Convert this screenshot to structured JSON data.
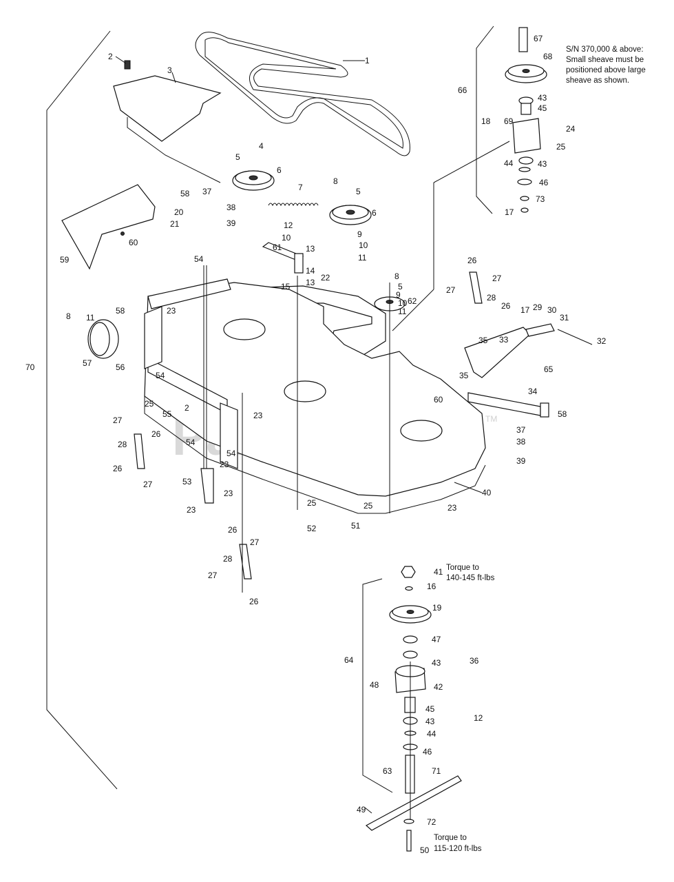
{
  "watermark": {
    "text": "PartsTree",
    "tm": "TM"
  },
  "notes": {
    "sn": [
      "S/N 370,000 & above:",
      "Small sheave must be",
      "positioned above large",
      "sheave as shown."
    ],
    "torque_top": [
      "Torque to",
      "140-145 ft-lbs"
    ],
    "torque_bottom": [
      "Torque to",
      "115-120 ft-lbs"
    ]
  },
  "callouts": [
    "1",
    "2",
    "3",
    "4",
    "5",
    "6",
    "7",
    "8",
    "9",
    "10",
    "11",
    "12",
    "13",
    "14",
    "15",
    "16",
    "17",
    "18",
    "19",
    "20",
    "21",
    "22",
    "23",
    "24",
    "25",
    "26",
    "27",
    "28",
    "29",
    "30",
    "31",
    "32",
    "33",
    "34",
    "35",
    "36",
    "37",
    "38",
    "39",
    "40",
    "41",
    "42",
    "43",
    "44",
    "45",
    "46",
    "47",
    "48",
    "49",
    "50",
    "51",
    "52",
    "53",
    "54",
    "55",
    "56",
    "57",
    "58",
    "59",
    "60",
    "61",
    "62",
    "63",
    "64",
    "65",
    "66",
    "67",
    "68",
    "69",
    "70",
    "71",
    "72",
    "73"
  ]
}
